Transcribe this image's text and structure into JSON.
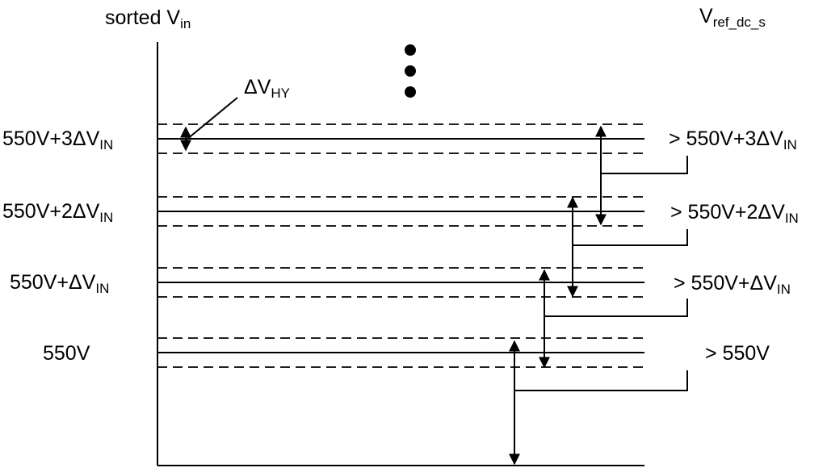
{
  "axis": {
    "left_title": "sorted V",
    "left_title_sub": "in",
    "right_title": "V",
    "right_title_sub": "ref_dc_s"
  },
  "hysteresis": {
    "symbol": "ΔV",
    "sub": "HY"
  },
  "levels": [
    {
      "left_main": "550V",
      "left_sub": "",
      "right_main": "> 550V",
      "right_sub": ""
    },
    {
      "left_main": "550V+ΔV",
      "left_sub": "IN",
      "right_main": "> 550V+ΔV",
      "right_sub": "IN"
    },
    {
      "left_main": "550V+2ΔV",
      "left_sub": "IN",
      "right_main": "> 550V+2ΔV",
      "right_sub": "IN"
    },
    {
      "left_main": "550V+3ΔV",
      "left_sub": "IN",
      "right_main": "> 550V+3ΔV",
      "right_sub": "IN"
    }
  ],
  "continuation": "vertical ellipsis (three dots)"
}
